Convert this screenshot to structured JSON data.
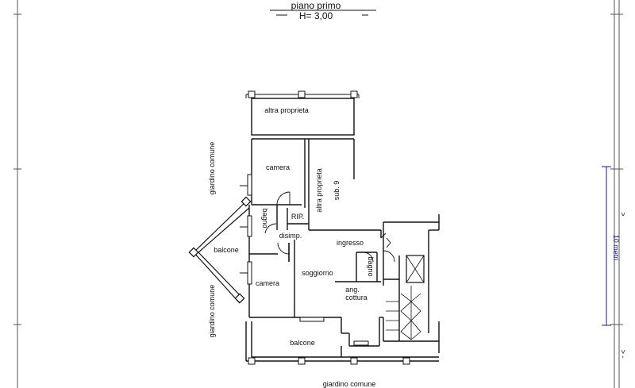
{
  "header": {
    "floor": "piano primo",
    "height": "H= 3,00"
  },
  "rooms": {
    "altra_proprieta_top": "altra proprieta",
    "camera_top": "camera",
    "altra_proprieta_side": "altra proprieta",
    "sub": "sub. 9",
    "bagno_left": "bagno",
    "rip": "RIP.",
    "disimp": "disimp.",
    "ingresso": "ingresso",
    "bagno_right": "bagno",
    "balcone_left": "balcone",
    "camera_bottom": "camera",
    "soggiorno": "soggiorno",
    "ang": "ang.",
    "cottura": "cottura",
    "balcone_bottom": "balcone"
  },
  "surroundings": {
    "giardino_left_top": "giardino comune",
    "giardino_left_bottom": "giardino comune",
    "giardino_bottom": "giardino comune"
  },
  "scale": {
    "label": "10 metri",
    "arrow_top": ">",
    "arrow_bottom": "> -"
  },
  "colors": {
    "line": "#111111",
    "scale": "#1a1a8c",
    "grid": "#555555"
  }
}
